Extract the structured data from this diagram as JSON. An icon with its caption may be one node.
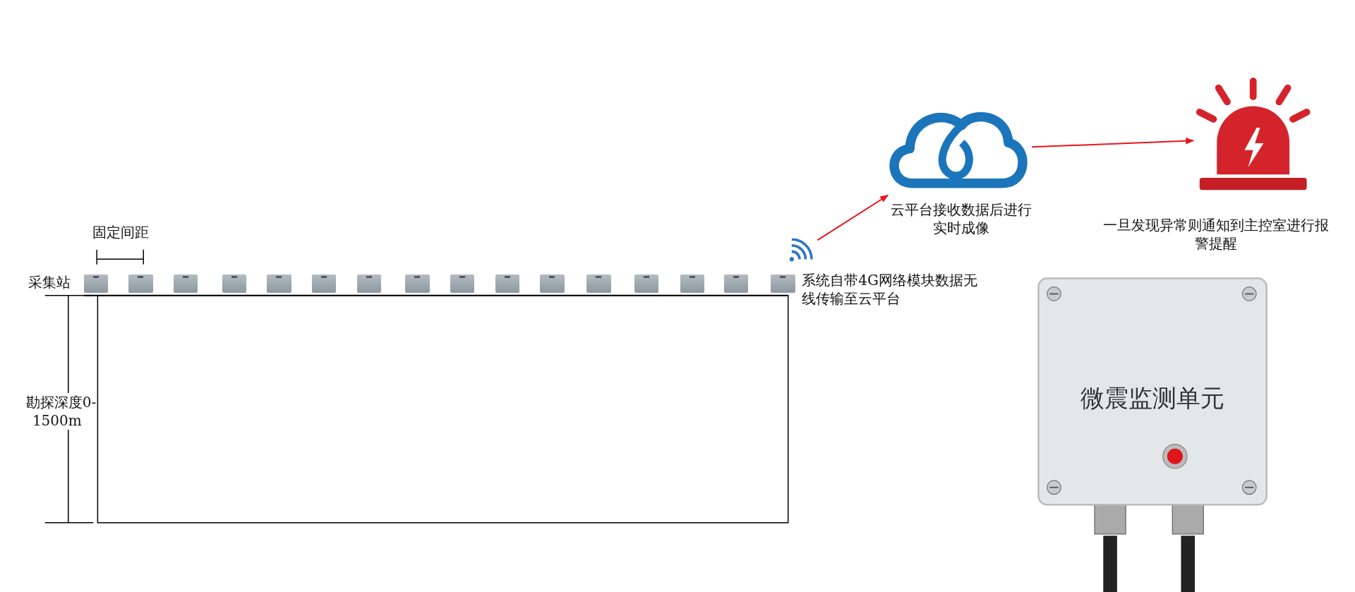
{
  "diagram": {
    "nodes": [
      {
        "text": [],
        "shape": "box"
      },
      {
        "text": [],
        "shape": "box"
      },
      {
        "text": [],
        "shape": "box"
      },
      {
        "text": [],
        "shape": "box"
      },
      {
        "text": [],
        "shape": "box"
      },
      {
        "text": [],
        "shape": "box"
      },
      {
        "text": [],
        "shape": "box"
      },
      {
        "text": [],
        "shape": "box"
      },
      {
        "text": [],
        "shape": "box"
      },
      {
        "text": [],
        "shape": "box"
      },
      {
        "text": [],
        "shape": "box"
      },
      {
        "text": [],
        "shape": "box"
      },
      {
        "text": [],
        "shape": "box"
      },
      {
        "text": [],
        "shape": "box"
      },
      {
        "text": [],
        "shape": "box"
      },
      {
        "text": [],
        "shape": "box"
      },
      {
        "text": [],
        "shape": "picture",
        "beside": [
          "系统自带4G网络模块数据无线传输至云平台"
        ]
      },
      {
        "text": [
          "云平台接收数据后进行实时成像"
        ]
      },
      {
        "text": [
          "一旦发现异常则通知到主控室进行报警提醒"
        ]
      },
      {
        "text": [
          "微震监测单元"
        ]
      }
    ],
    "edges": [
      {
        "from": 16,
        "to": 17,
        "arrow": "to"
      },
      {
        "from": 17,
        "to": 18,
        "arrow": "to"
      }
    ],
    "labels": [
      "固定间距",
      "采集站",
      "勘探深度0-1500m"
    ]
  }
}
